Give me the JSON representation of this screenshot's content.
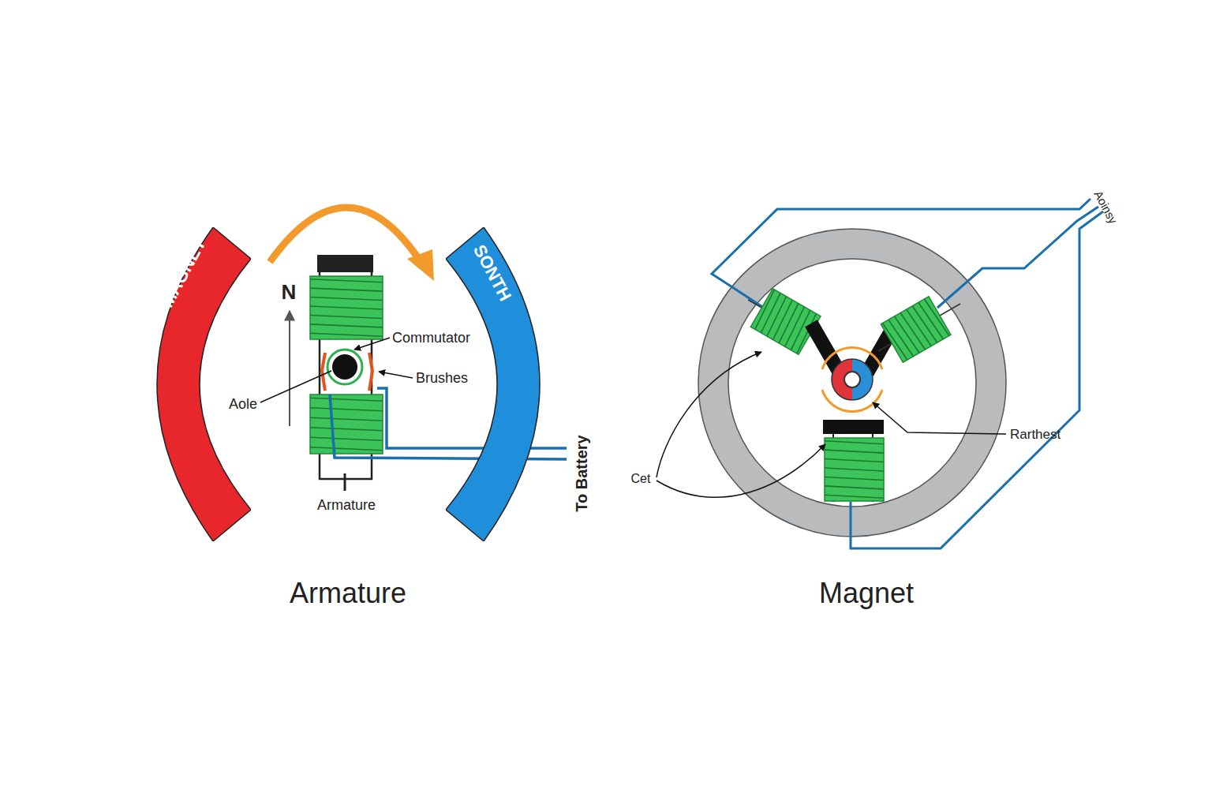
{
  "diagram": {
    "nodes": [
      {
        "text": [
          "MAGNET"
        ]
      },
      {
        "text": [
          "SONTH"
        ]
      }
    ],
    "labels": [
      "N",
      "Commutator",
      "Brushes",
      "Aole",
      "Armature",
      "To Battery",
      "Armature",
      "Magnet",
      "Cet",
      "Rarthest",
      "Aoinsy"
    ]
  }
}
